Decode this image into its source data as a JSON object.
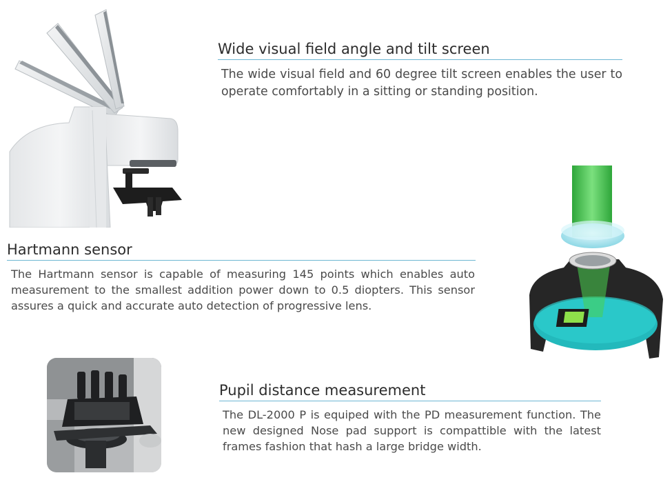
{
  "sections": [
    {
      "title": "Wide visual field angle and tilt screen",
      "text": "The wide visual field and 60 degree tilt screen enables the user to operate comfortably in a sitting or standing position."
    },
    {
      "title": "Hartmann sensor",
      "text": "The Hartmann sensor is capable of measuring 145 points which enables auto measurement to the smallest addition power down to 0.5 diopters. This sensor assures a quick and accurate auto detection of progressive lens."
    },
    {
      "title": "Pupil distance measurement",
      "text": "The DL-2000 P is equiped with the PD measurement function. The new designed Nose pad support is compattible with the latest frames fashion that hash a large bridge width."
    }
  ],
  "colors": {
    "rule": "#6cb6d2",
    "green_beam": "#3fbf4a",
    "cyan_plate": "#23b9bc",
    "housing": "#262626"
  }
}
